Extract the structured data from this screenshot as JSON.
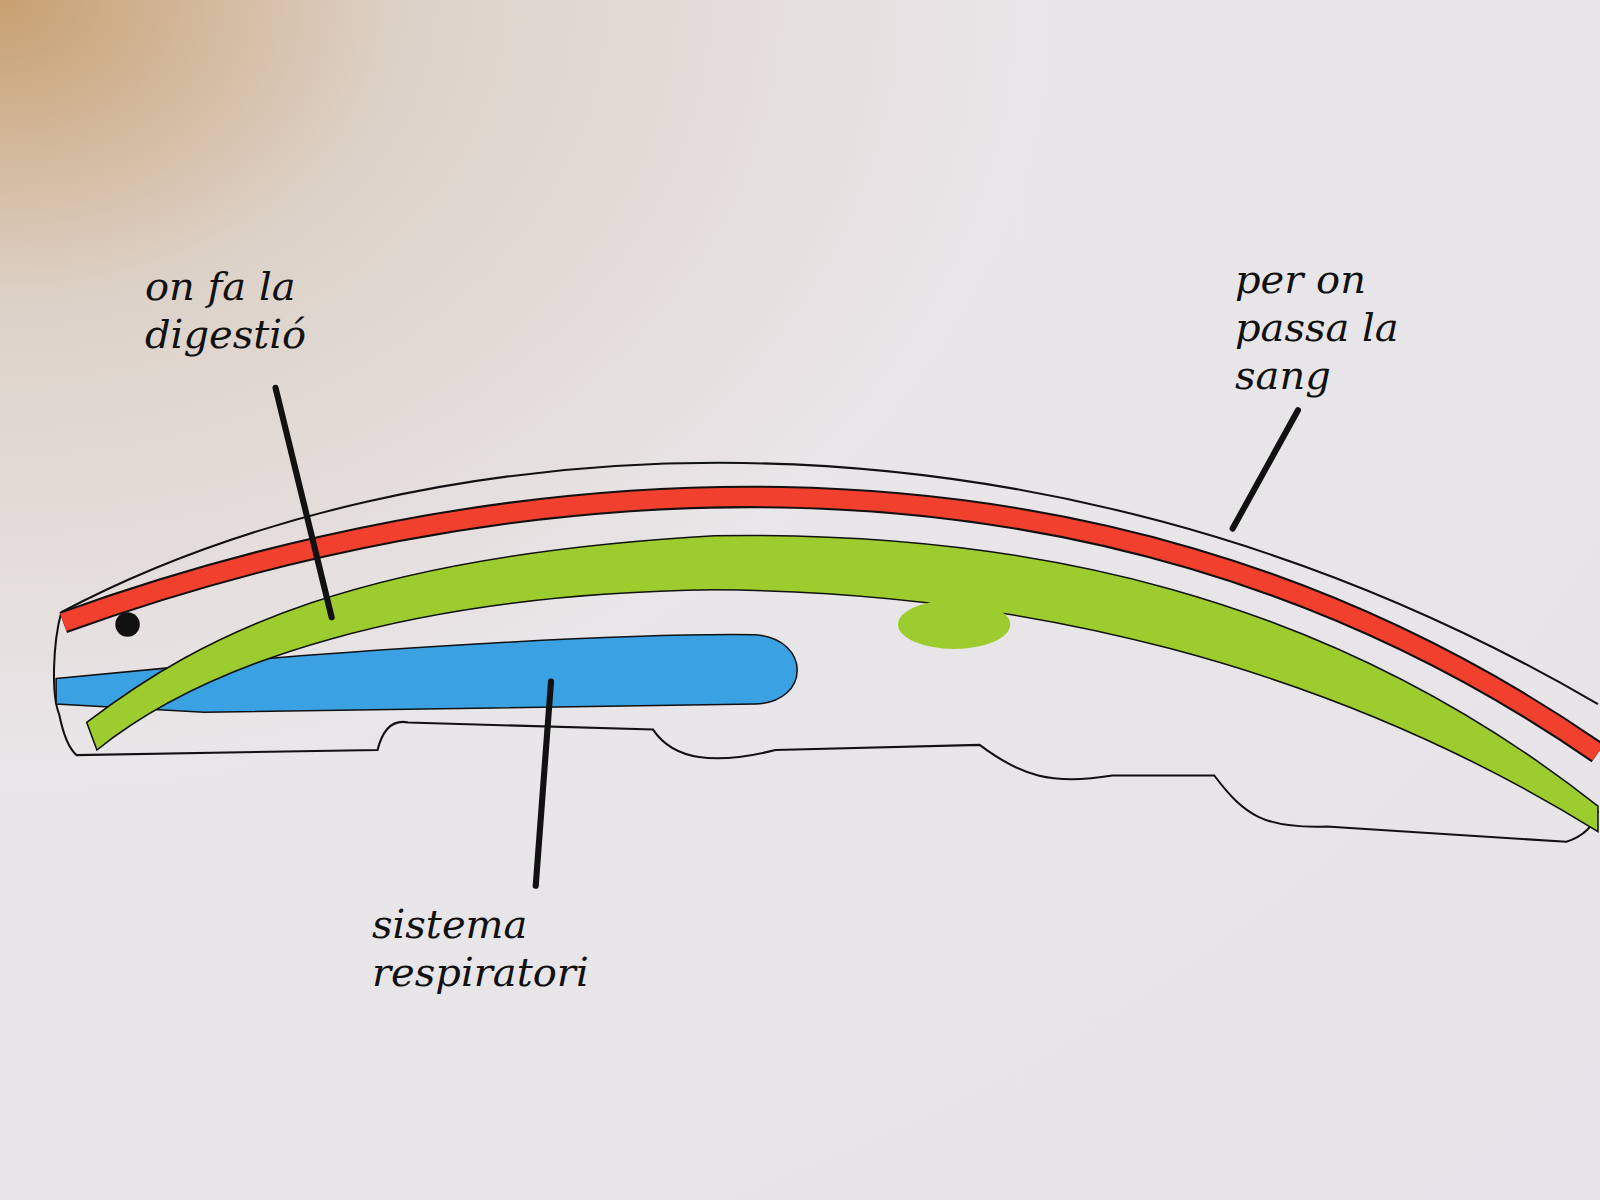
{
  "diagram": {
    "labels": [
      "on fa la digestió",
      "per on passa la sang",
      "sistema respiratori"
    ]
  }
}
